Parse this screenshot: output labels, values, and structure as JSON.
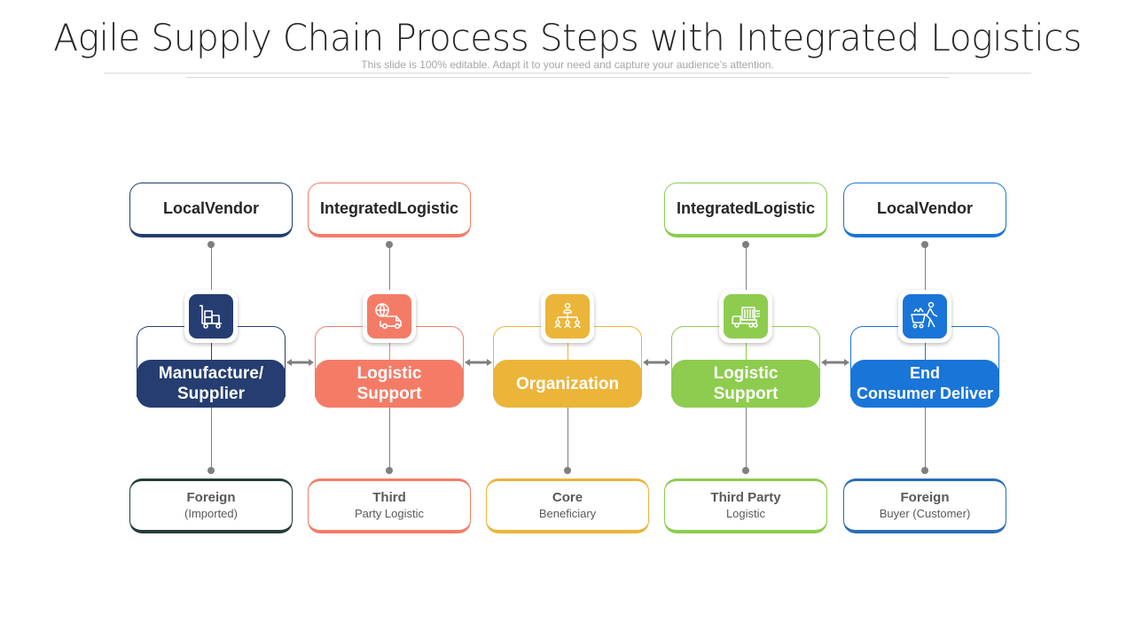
{
  "header": {
    "title": "Agile Supply Chain Process Steps with Integrated Logistics",
    "subtitle": "This slide is 100% editable. Adapt it to your need and capture your audience’s attention."
  },
  "colors": {
    "navy": "#253d70",
    "salmon": "#f47c67",
    "mustard": "#ebb53a",
    "green": "#8dcc4e",
    "blue": "#1a75d8",
    "connector": "#7f7f7f"
  },
  "steps": [
    {
      "top_label": [
        "Local",
        "Vendor"
      ],
      "main_label": [
        "Manufacture/",
        "Supplier"
      ],
      "icon": "hand-truck-boxes-icon",
      "bottom_title": "Foreign",
      "bottom_subtitle": "(Imported)"
    },
    {
      "top_label": [
        "Integrated",
        "Logistic"
      ],
      "main_label": [
        "Logistic",
        "Support"
      ],
      "icon": "global-delivery-truck-icon",
      "bottom_title": "Third",
      "bottom_subtitle": "Party Logistic"
    },
    {
      "top_label": null,
      "main_label": [
        "Organization"
      ],
      "icon": "org-chart-icon",
      "bottom_title": "Core",
      "bottom_subtitle": "Beneficiary"
    },
    {
      "top_label": [
        "Integrated",
        "Logistic"
      ],
      "main_label": [
        "Logistic",
        "Support"
      ],
      "icon": "cargo-truck-icon",
      "bottom_title": "Third Party",
      "bottom_subtitle": "Logistic"
    },
    {
      "top_label": [
        "Local",
        "Vendor"
      ],
      "main_label": [
        "End",
        "Consumer Deliver"
      ],
      "icon": "shopper-cart-icon",
      "bottom_title": "Foreign",
      "bottom_subtitle": "Buyer (Customer)"
    }
  ],
  "connectors": [
    "bidirectional-arrow",
    "bidirectional-arrow",
    "bidirectional-arrow",
    "bidirectional-arrow"
  ]
}
